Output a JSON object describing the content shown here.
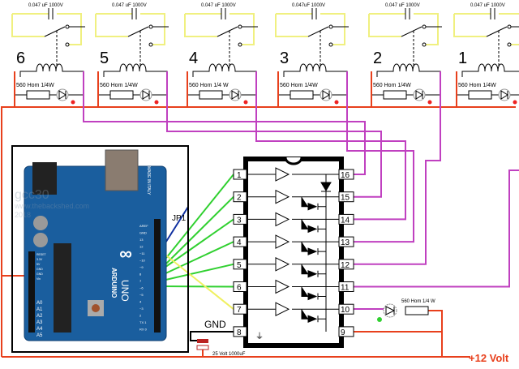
{
  "relays": [
    {
      "number": "6",
      "capacitor_label": "0.047 uF 1000V",
      "resistor_label": "560 Hom 1/4W",
      "ic_pin": 16
    },
    {
      "number": "5",
      "capacitor_label": "0.047 uF 1000V",
      "resistor_label": "560 Hom 1/4W",
      "ic_pin": 15
    },
    {
      "number": "4",
      "capacitor_label": "0.047 uF 1000V",
      "resistor_label": "560 Hom 1/4 W",
      "ic_pin": 14
    },
    {
      "number": "3",
      "capacitor_label": "0.047uF 1000V",
      "resistor_label": "560 Hom 1/4W",
      "ic_pin": 13
    },
    {
      "number": "2",
      "capacitor_label": "0.047 uF 1000V",
      "resistor_label": "560 Hom 1/4W",
      "ic_pin": 12
    },
    {
      "number": "1",
      "capacitor_label": "0.047 uF 1000V",
      "resistor_label": "560 Hom 1/4W",
      "ic_pin": 11
    }
  ],
  "ic": {
    "left_pins": [
      "1",
      "2",
      "3",
      "4",
      "5",
      "6",
      "7",
      "8"
    ],
    "right_pins": [
      "16",
      "15",
      "14",
      "13",
      "12",
      "11",
      "10",
      "9"
    ]
  },
  "arduino": {
    "brand": "ARDUINO",
    "model": "UNO",
    "made_in": "MADE IN ITALY",
    "analog_pins": [
      "A0",
      "A1",
      "A2",
      "A3",
      "A4",
      "A5"
    ],
    "digital_pins": [
      "AREF",
      "GND",
      "13",
      "12",
      "~11",
      "~10",
      "~9",
      "8",
      "7",
      "~6",
      "~5",
      "4",
      "~3",
      "2",
      "TX 1",
      "RX 0"
    ],
    "power_pins": [
      "RESET",
      "3.3V",
      "5V",
      "GND",
      "GND",
      "Vin"
    ]
  },
  "labels": {
    "jumper": "JP1",
    "gnd": "GND",
    "capacitor": "25 Volt 1000uF",
    "power": "+12 Volt",
    "led_resistor": "560 Hom 1/4 W"
  },
  "watermark": {
    "line1": "gcc30",
    "line2": "www.thebackshed.com",
    "line3": "2018"
  },
  "colors": {
    "power_wire": "#e8401c",
    "relay_wire": "#c040c0",
    "signal_wire": "#30d030",
    "jumper_wire": "#1030a0",
    "pin7_wire": "#f0f060",
    "contact_wire": "#f0f080",
    "board": "#1a5e9e"
  }
}
